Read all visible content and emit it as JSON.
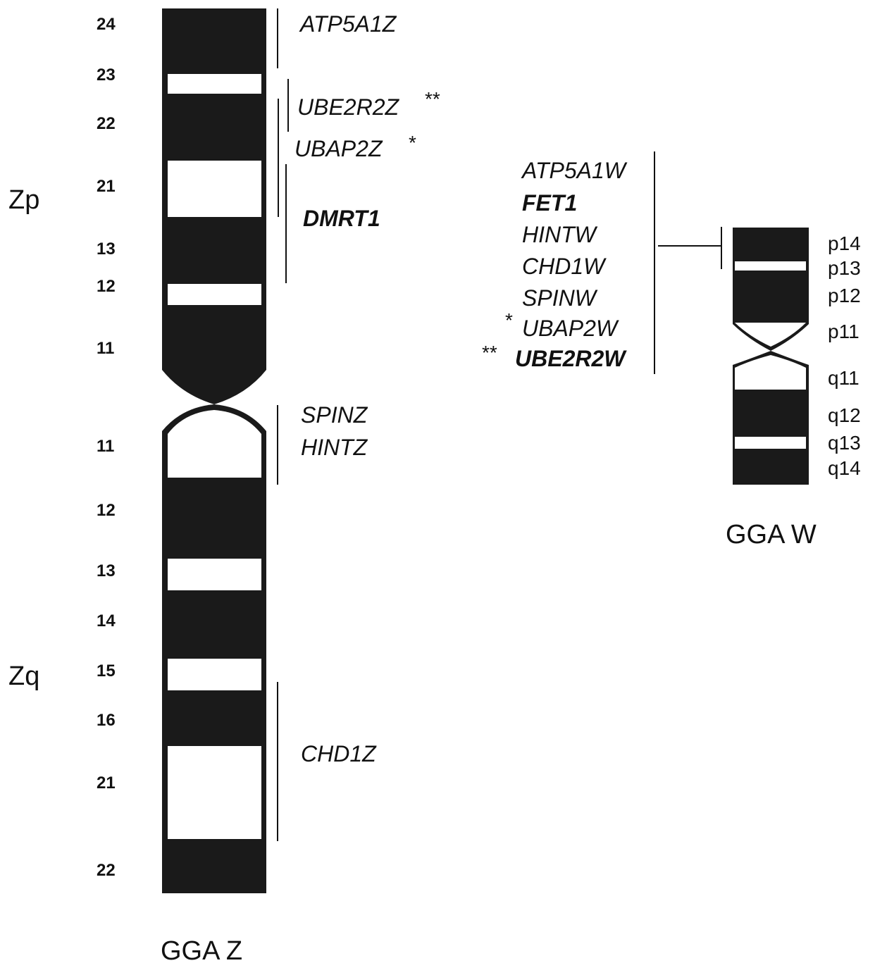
{
  "z_chromosome": {
    "caption": "GGA Z",
    "arm_labels": {
      "p": "Zp",
      "q": "Zq"
    },
    "p_bands": [
      "24",
      "23",
      "22",
      "21",
      "13",
      "12",
      "11"
    ],
    "q_bands": [
      "11",
      "12",
      "13",
      "14",
      "15",
      "16",
      "21",
      "22"
    ],
    "genes": {
      "atp5a1z": "ATP5A1Z",
      "ube2r2z": "UBE2R2Z",
      "ube2r2z_mark": "**",
      "ubap2z": "UBAP2Z",
      "ubap2z_mark": "*",
      "dmrt1": "DMRT1",
      "spinz": "SPINZ",
      "hintz": "HINTZ",
      "chd1z": "CHD1Z"
    }
  },
  "w_chromosome": {
    "caption": "GGA W",
    "bands": [
      "p14",
      "p13",
      "p12",
      "p11",
      "q11",
      "q12",
      "q13",
      "q14"
    ],
    "genes": {
      "atp5a1w": "ATP5A1W",
      "fet1": "FET1",
      "hintw": "HINTW",
      "chd1w": "CHD1W",
      "spinw": "SPINW",
      "ubap2w_mark": "*",
      "ubap2w": "UBAP2W",
      "ube2r2w_mark": "**",
      "ube2r2w": "UBE2R2W"
    }
  },
  "colors": {
    "dark_band": "#1a1a1a",
    "light_band": "#ffffff",
    "text": "#111111"
  }
}
